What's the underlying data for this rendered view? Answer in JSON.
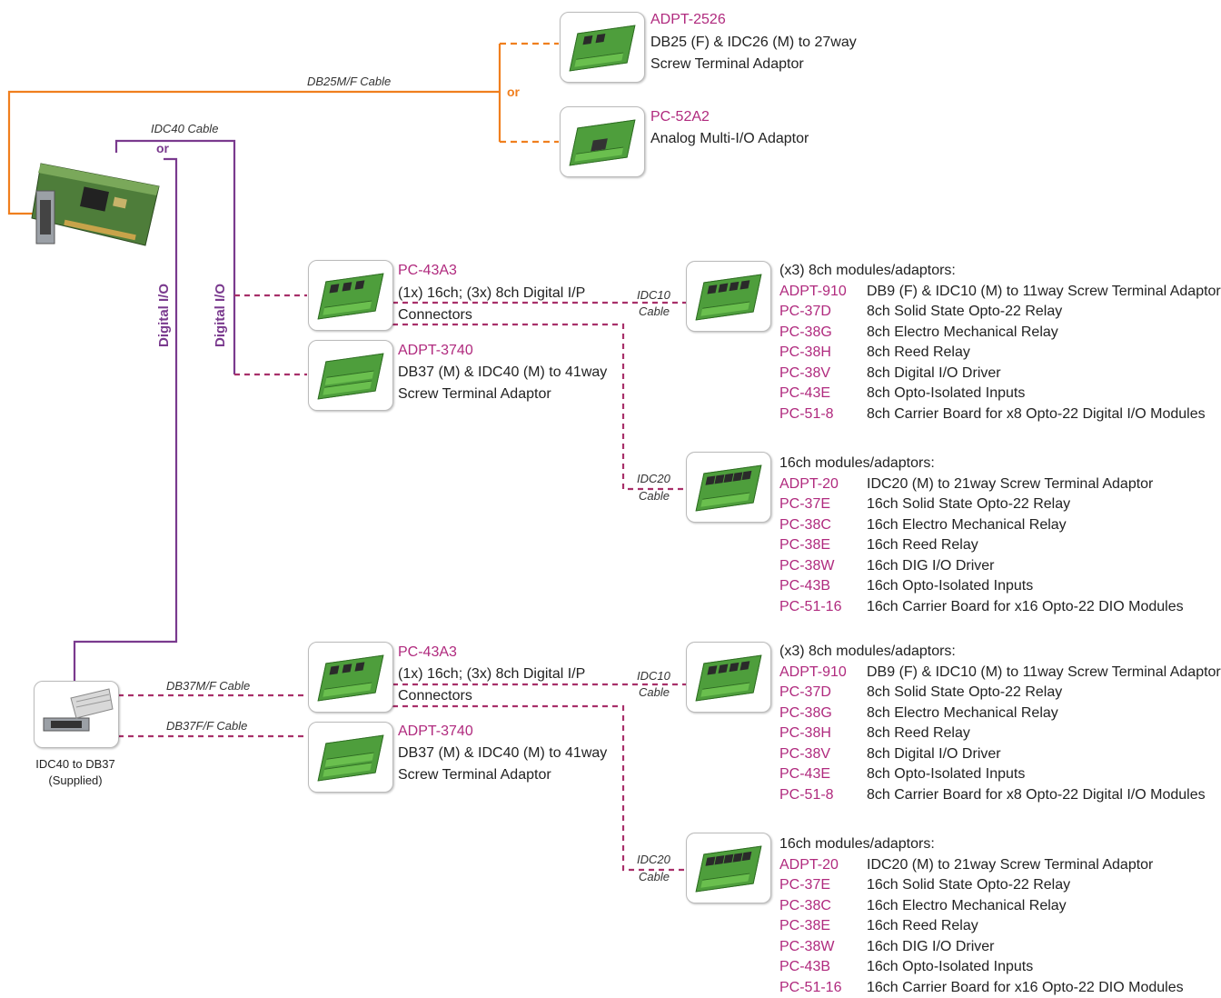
{
  "colors": {
    "product": "#b02a7e",
    "db25_cable": "#f07f1e",
    "digital_cable": "#7a3a8e",
    "dashed": "#a8306a"
  },
  "card": {
    "name": "pci-io-card"
  },
  "top_cable": {
    "label": "DB25M/F Cable",
    "or": "or"
  },
  "idc40": {
    "label": "IDC40 Cable",
    "or": "or"
  },
  "digital_io_labels": [
    "Digital I/O",
    "Digital I/O"
  ],
  "adapter_db37": {
    "caption_line1": "IDC40 to DB37",
    "caption_line2": "(Supplied)"
  },
  "adpt2526": {
    "code": "ADPT-2526",
    "line1": "DB25 (F) & IDC26 (M) to 27way",
    "line2": "Screw Terminal Adaptor"
  },
  "pc52a2": {
    "code": "PC-52A2",
    "line1": "Analog Multi-I/O Adaptor"
  },
  "upper": {
    "pc43a3": {
      "code": "PC-43A3",
      "line1": "(1x) 16ch; (3x) 8ch Digital I/P",
      "line2": "Connectors"
    },
    "adpt3740": {
      "code": "ADPT-3740",
      "line1": "DB37 (M) & IDC40 (M) to 41way",
      "line2": "Screw Terminal Adaptor"
    },
    "idc10": {
      "l1": "IDC10",
      "l2": "Cable"
    },
    "idc20": {
      "l1": "IDC20",
      "l2": "Cable"
    },
    "list8": {
      "heading": "(x3) 8ch modules/adaptors:",
      "items": [
        {
          "code": "ADPT-910",
          "desc": "DB9 (F) & IDC10 (M) to 11way Screw Terminal Adaptor"
        },
        {
          "code": "PC-37D",
          "desc": "8ch Solid State Opto-22 Relay"
        },
        {
          "code": "PC-38G",
          "desc": "8ch Electro Mechanical Relay"
        },
        {
          "code": "PC-38H",
          "desc": "8ch Reed Relay"
        },
        {
          "code": "PC-38V",
          "desc": "8ch Digital I/O Driver"
        },
        {
          "code": "PC-43E",
          "desc": "8ch Opto-Isolated Inputs"
        },
        {
          "code": "PC-51-8",
          "desc": "8ch Carrier Board for x8 Opto-22 Digital I/O Modules"
        }
      ]
    },
    "list16": {
      "heading": "16ch modules/adaptors:",
      "items": [
        {
          "code": "ADPT-20",
          "desc": "IDC20 (M) to 21way Screw Terminal Adaptor"
        },
        {
          "code": "PC-37E",
          "desc": "16ch Solid State Opto-22 Relay"
        },
        {
          "code": "PC-38C",
          "desc": "16ch Electro Mechanical Relay"
        },
        {
          "code": "PC-38E",
          "desc": "16ch Reed Relay"
        },
        {
          "code": "PC-38W",
          "desc": "16ch DIG I/O Driver"
        },
        {
          "code": "PC-43B",
          "desc": "16ch Opto-Isolated Inputs"
        },
        {
          "code": "PC-51-16",
          "desc": "16ch Carrier Board for x16 Opto-22 DIO Modules"
        }
      ]
    }
  },
  "lower": {
    "db37mf": "DB37M/F Cable",
    "db37ff": "DB37F/F Cable",
    "pc43a3": {
      "code": "PC-43A3",
      "line1": "(1x) 16ch; (3x) 8ch Digital I/P",
      "line2": "Connectors"
    },
    "adpt3740": {
      "code": "ADPT-3740",
      "line1": "DB37 (M) & IDC40 (M) to 41way",
      "line2": "Screw Terminal Adaptor"
    },
    "idc10": {
      "l1": "IDC10",
      "l2": "Cable"
    },
    "idc20": {
      "l1": "IDC20",
      "l2": "Cable"
    },
    "list8": {
      "heading": "(x3) 8ch modules/adaptors:",
      "items": [
        {
          "code": "ADPT-910",
          "desc": "DB9 (F) & IDC10 (M) to 11way Screw Terminal Adaptor"
        },
        {
          "code": "PC-37D",
          "desc": "8ch Solid State Opto-22 Relay"
        },
        {
          "code": "PC-38G",
          "desc": "8ch Electro Mechanical Relay"
        },
        {
          "code": "PC-38H",
          "desc": "8ch Reed Relay"
        },
        {
          "code": "PC-38V",
          "desc": "8ch Digital I/O Driver"
        },
        {
          "code": "PC-43E",
          "desc": "8ch Opto-Isolated Inputs"
        },
        {
          "code": "PC-51-8",
          "desc": "8ch Carrier Board for x8 Opto-22 Digital I/O Modules"
        }
      ]
    },
    "list16": {
      "heading": "16ch modules/adaptors:",
      "items": [
        {
          "code": "ADPT-20",
          "desc": "IDC20 (M) to 21way Screw Terminal Adaptor"
        },
        {
          "code": "PC-37E",
          "desc": "16ch Solid State Opto-22 Relay"
        },
        {
          "code": "PC-38C",
          "desc": "16ch Electro Mechanical Relay"
        },
        {
          "code": "PC-38E",
          "desc": "16ch Reed Relay"
        },
        {
          "code": "PC-38W",
          "desc": "16ch DIG I/O Driver"
        },
        {
          "code": "PC-43B",
          "desc": "16ch Opto-Isolated Inputs"
        },
        {
          "code": "PC-51-16",
          "desc": "16ch Carrier Board for x16 Opto-22 DIO Modules"
        }
      ]
    }
  }
}
